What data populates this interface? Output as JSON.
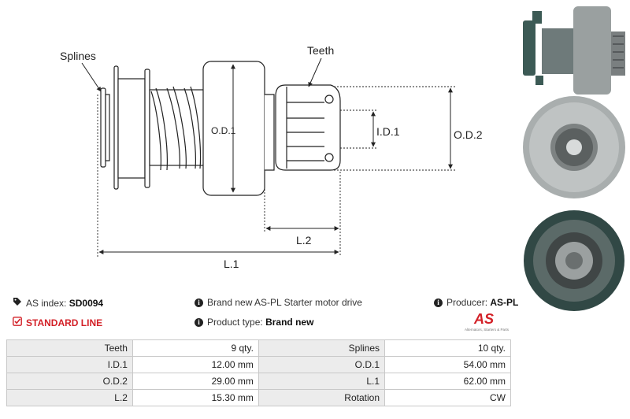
{
  "diagram": {
    "labels": {
      "splines": "Splines",
      "teeth": "Teeth",
      "od1": "O.D.1",
      "id1": "I.D.1",
      "od2": "O.D.2",
      "l2": "L.2",
      "l1": "L.1"
    }
  },
  "info": {
    "as_index_label": "AS index:",
    "as_index_value": "SD0094",
    "standard_line": "STANDARD LINE",
    "brand_text": "Brand new AS-PL Starter motor drive",
    "product_type_label": "Product type:",
    "product_type_value": "Brand new",
    "producer_label": "Producer:",
    "producer_value": "AS-PL"
  },
  "logo": {
    "mark": "AS",
    "tagline": "Alternators, Starters & Parts"
  },
  "specs": [
    {
      "label1": "Teeth",
      "value1": "9 qty.",
      "label2": "Splines",
      "value2": "10 qty."
    },
    {
      "label1": "I.D.1",
      "value1": "12.00 mm",
      "label2": "O.D.1",
      "value2": "54.00 mm"
    },
    {
      "label1": "O.D.2",
      "value1": "29.00 mm",
      "label2": "L.1",
      "value2": "62.00 mm"
    },
    {
      "label1": "L.2",
      "value1": "15.30 mm",
      "label2": "Rotation",
      "value2": "CW"
    }
  ],
  "icons": {
    "tag": "tag-icon",
    "check": "checkbox-icon",
    "info": "info-icon"
  },
  "colors": {
    "brand_red": "#d32027",
    "table_label_bg": "#ececec",
    "photo_teal": "#3c5a55"
  }
}
